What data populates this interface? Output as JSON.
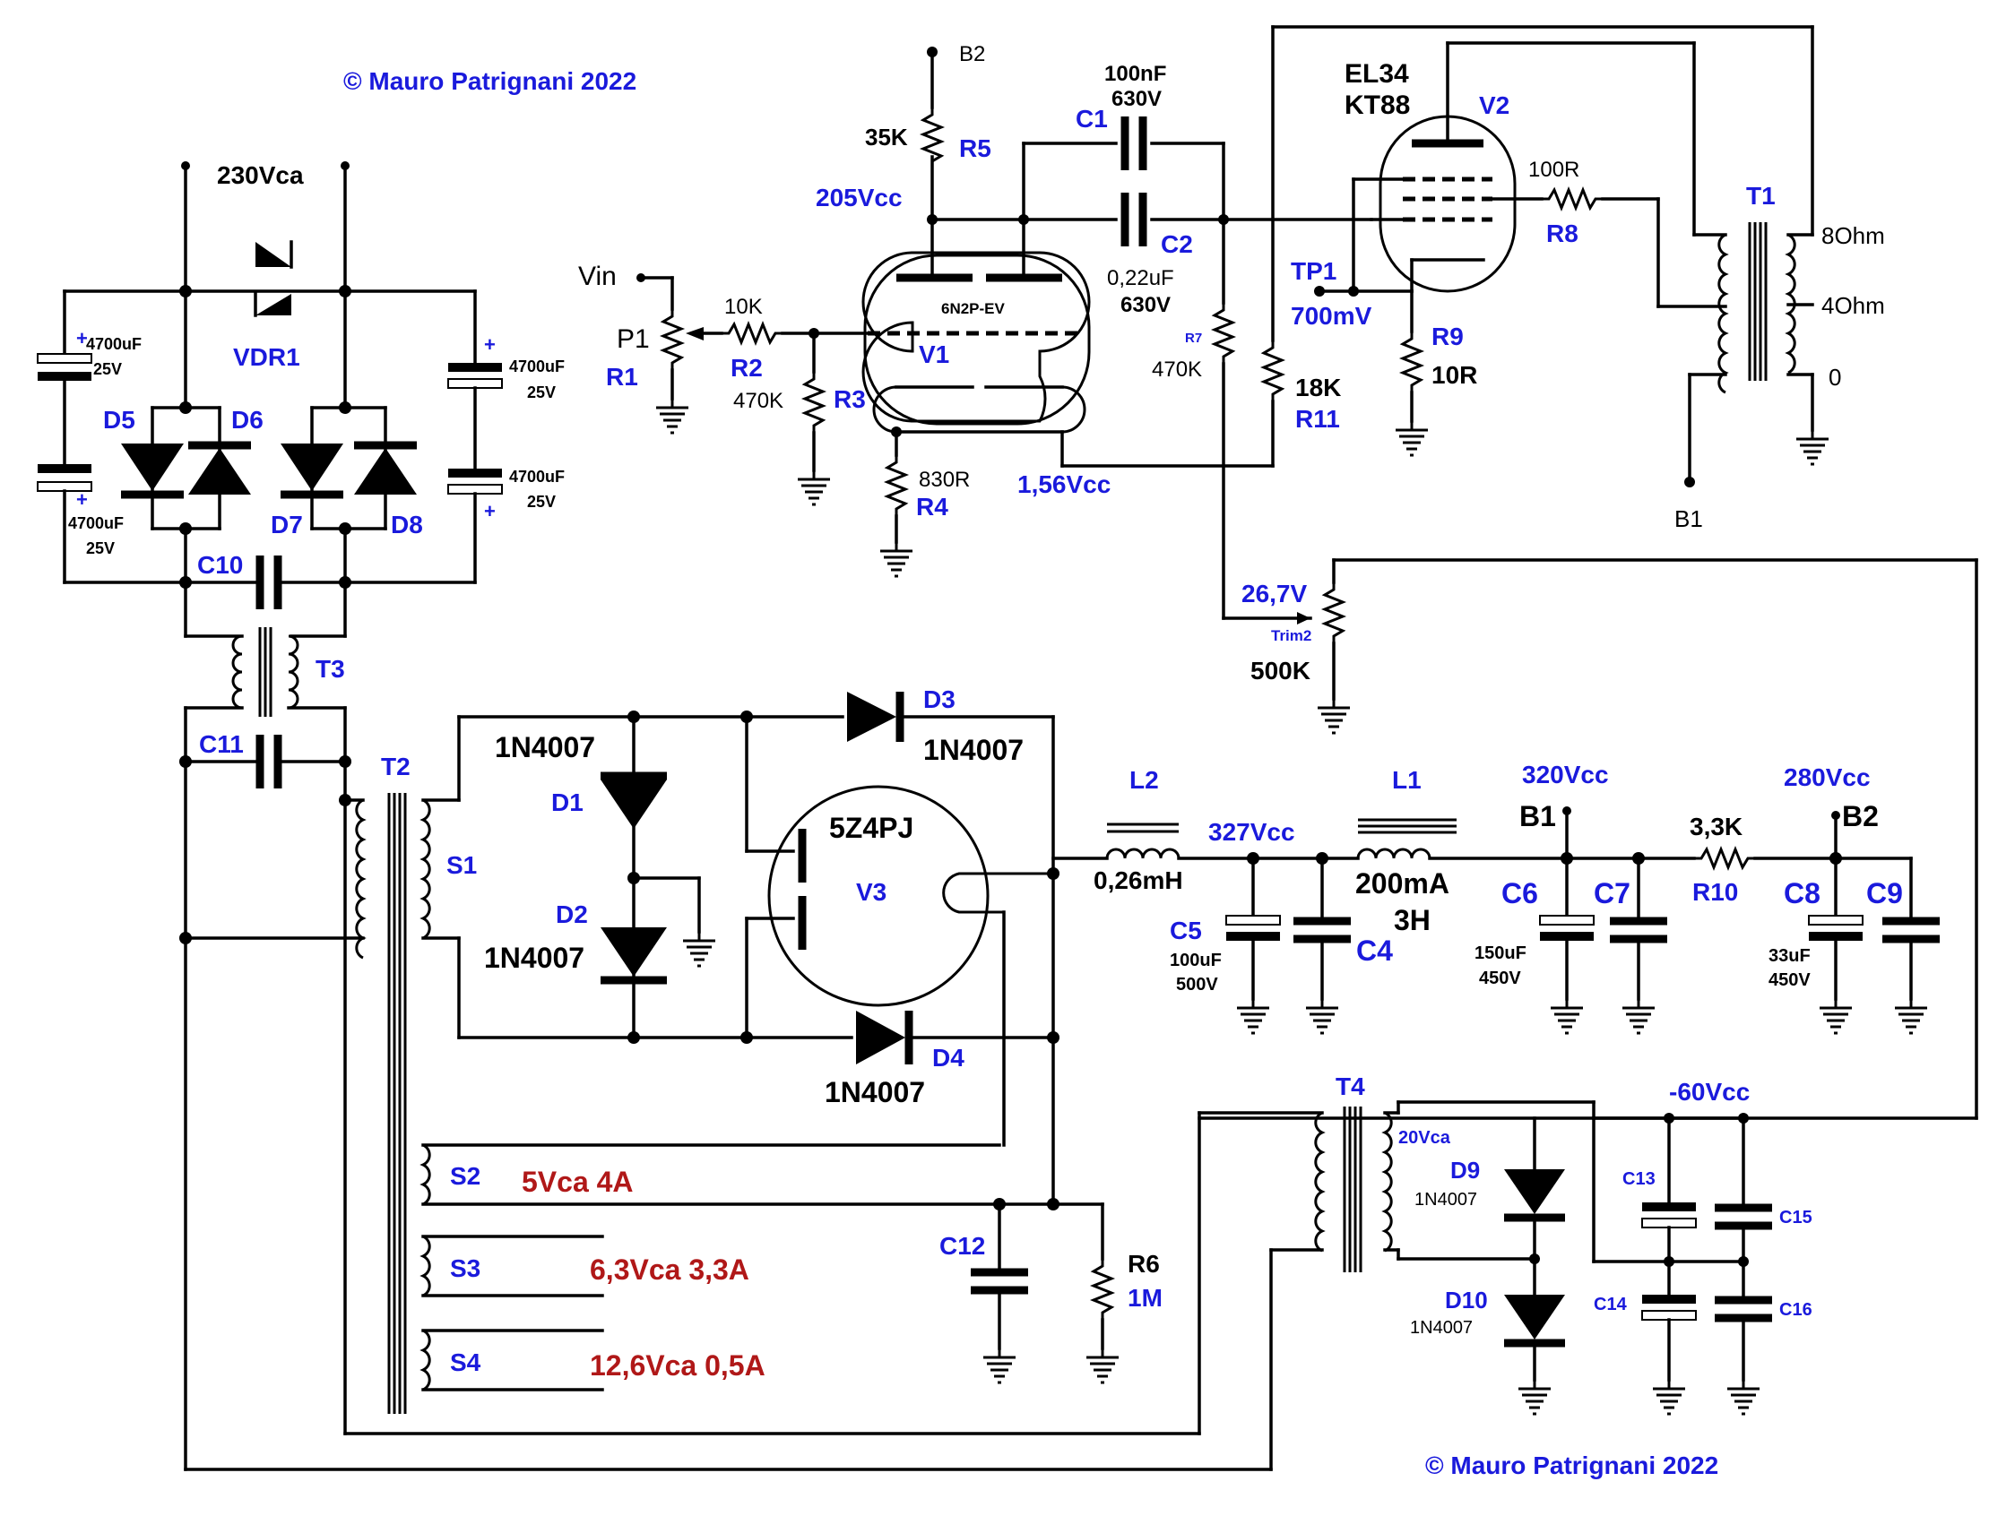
{
  "copyright_top": "© Mauro Patrignani 2022",
  "copyright_bottom": "© Mauro Patrignani 2022",
  "supply": {
    "mains": "230Vca",
    "vdr": "VDR1",
    "t3": "T3",
    "c10": "C10",
    "c11": "C11",
    "cap_val": "4700uF",
    "cap_v": "25V",
    "d5": "D5",
    "d6": "D6",
    "d7": "D7",
    "d8": "D8",
    "plus": "+"
  },
  "input": {
    "vin": "Vin",
    "p1": "P1",
    "r1": "R1",
    "r2": "R2",
    "r2_val": "10K",
    "r3": "R3",
    "r3_val": "470K",
    "r4": "R4",
    "r4_val": "830R",
    "cathode_v": "1,56Vcc"
  },
  "v1": {
    "name": "V1",
    "type": "6N2P-EV",
    "b2": "B2",
    "r5": "R5",
    "r5_val": "35K",
    "anode_v": "205Vcc",
    "c1": "C1",
    "c1_val": "100nF",
    "c1_v": "630V",
    "c2": "C2",
    "c2_val": "0,22uF",
    "c2_v": "630V",
    "r7": "R7",
    "r7_val": "470K"
  },
  "v2": {
    "name": "V2",
    "type1": "EL34",
    "type2": "KT88",
    "tp1": "TP1",
    "tp1_val": "700mV",
    "r8": "R8",
    "r8_val": "100R",
    "r9": "R9",
    "r9_val": "10R",
    "r11": "R11",
    "r11_val": "18K"
  },
  "t1": {
    "name": "T1",
    "tap8": "8Ohm",
    "tap4": "4Ohm",
    "tap0": "0",
    "b1": "B1"
  },
  "bias": {
    "trim2": "Trim2",
    "trim_val": "500K",
    "v": "26,7V",
    "t4": "T4",
    "sec": "20Vca",
    "neg": "-60Vcc",
    "d9": "D9",
    "d10": "D10",
    "dtype": "1N4007",
    "c13": "C13",
    "c14": "C14",
    "c15": "C15",
    "c16": "C16"
  },
  "rect": {
    "t2": "T2",
    "s1": "S1",
    "s2": "S2",
    "s3": "S3",
    "s4": "S4",
    "s2_val": "5Vca 4A",
    "s3_val": "6,3Vca 3,3A",
    "s4_val": "12,6Vca 0,5A",
    "d1": "D1",
    "d2": "D2",
    "d3": "D3",
    "d4": "D4",
    "dtype": "1N4007",
    "v3": "V3",
    "v3_type": "5Z4PJ",
    "c12": "C12",
    "r6": "R6",
    "r6_val": "1M"
  },
  "filter": {
    "l2": "L2",
    "l2_val": "0,26mH",
    "l1": "L1",
    "l1_val1": "200mA",
    "l1_val2": "3H",
    "v327": "327Vcc",
    "v320": "320Vcc",
    "v280": "280Vcc",
    "b1": "B1",
    "b2": "B2",
    "c4": "C4",
    "c5": "C5",
    "c5_val": "100uF",
    "c5_v": "500V",
    "c6": "C6",
    "c7": "C7",
    "c6_val": "150uF",
    "c6_v": "450V",
    "c8": "C8",
    "c9": "C9",
    "c8_val": "33uF",
    "c8_v": "450V",
    "r10": "R10",
    "r10_val": "3,3K"
  }
}
